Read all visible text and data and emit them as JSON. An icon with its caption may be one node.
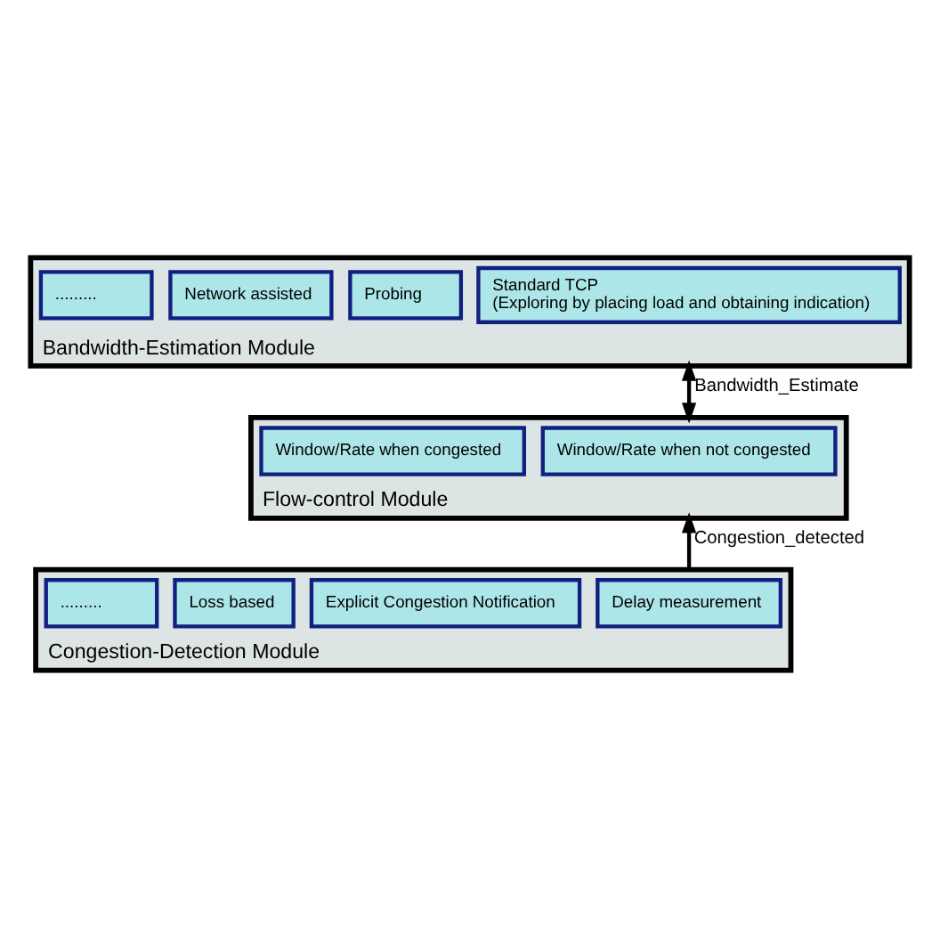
{
  "diagram": {
    "nodes": [
      {
        "text": [
          "Bandwidth-Estimation Module"
        ]
      },
      {
        "text": [
          "Standard TCP",
          "(Exploring by placing load and obtaining indication)"
        ],
        "in": 0
      },
      {
        "text": [
          "Probing"
        ],
        "in": 0
      },
      {
        "text": [
          "Network assisted"
        ],
        "in": 0
      },
      {
        "text": [
          "........."
        ],
        "in": 0
      },
      {
        "text": [
          "Flow-control Module"
        ]
      },
      {
        "text": [
          "Window/Rate when not congested"
        ],
        "in": 5
      },
      {
        "text": [
          "Window/Rate when congested"
        ],
        "in": 5
      },
      {
        "text": [
          "Congestion-Detection Module"
        ]
      },
      {
        "text": [
          "Delay measurement"
        ],
        "in": 8
      },
      {
        "text": [
          "Explicit Congestion Notification"
        ],
        "in": 8
      },
      {
        "text": [
          "Loss based"
        ],
        "in": 8
      },
      {
        "text": [
          "........."
        ],
        "in": 8
      }
    ],
    "edges": [
      {
        "from": 5,
        "to": 0,
        "arrow": "both",
        "label": "Bandwidth_Estimate"
      },
      {
        "from": 8,
        "to": 5,
        "arrow": "to",
        "label": "Congestion_detected"
      }
    ]
  }
}
